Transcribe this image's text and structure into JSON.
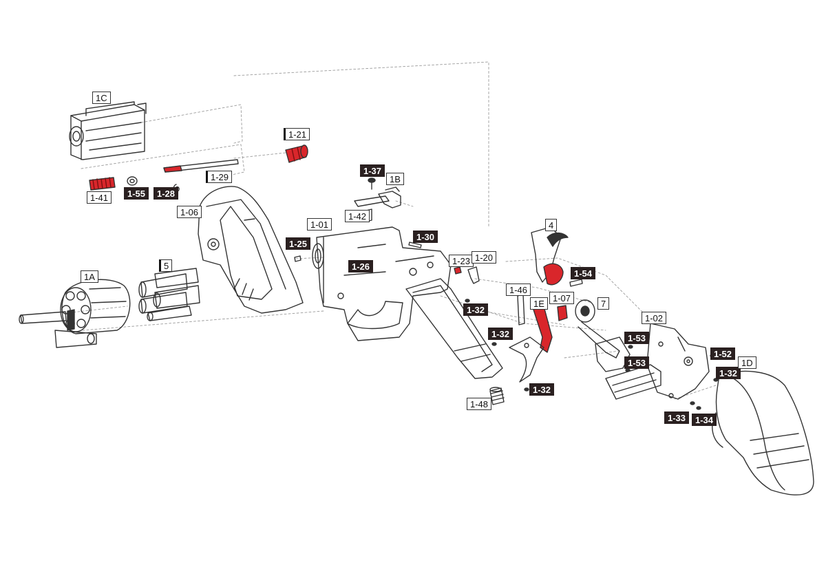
{
  "colors": {
    "line": "#333333",
    "fill": "#ffffff",
    "highlight": "#d9262b",
    "label_dark": "#2a2020",
    "leader": "#9a9a9a"
  },
  "parts": [
    {
      "id": "1C",
      "style": "white"
    },
    {
      "id": "1-21",
      "style": "white-bar"
    },
    {
      "id": "1-41",
      "style": "white"
    },
    {
      "id": "1-55",
      "style": "black"
    },
    {
      "id": "1-28",
      "style": "black"
    },
    {
      "id": "1-29",
      "style": "white-bar"
    },
    {
      "id": "1-06",
      "style": "white"
    },
    {
      "id": "1A",
      "style": "white"
    },
    {
      "id": "5",
      "style": "white-bar"
    },
    {
      "id": "1-37",
      "style": "black"
    },
    {
      "id": "1B",
      "style": "white"
    },
    {
      "id": "1-42",
      "style": "white"
    },
    {
      "id": "1-01",
      "style": "white"
    },
    {
      "id": "1-25",
      "style": "black"
    },
    {
      "id": "1-26",
      "style": "black"
    },
    {
      "id": "1-30",
      "style": "black"
    },
    {
      "id": "1-23",
      "style": "white"
    },
    {
      "id": "1-20",
      "style": "white"
    },
    {
      "id": "4",
      "style": "white"
    },
    {
      "id": "1-54",
      "style": "black"
    },
    {
      "id": "1-46",
      "style": "white"
    },
    {
      "id": "1E",
      "style": "white"
    },
    {
      "id": "1-07",
      "style": "white"
    },
    {
      "id": "7",
      "style": "white"
    },
    {
      "id": "1-32",
      "style": "black"
    },
    {
      "id": "1-32",
      "style": "black"
    },
    {
      "id": "1-32",
      "style": "black"
    },
    {
      "id": "1-02",
      "style": "white"
    },
    {
      "id": "1-53",
      "style": "black"
    },
    {
      "id": "1-53",
      "style": "black"
    },
    {
      "id": "1-52",
      "style": "black"
    },
    {
      "id": "1-32",
      "style": "black"
    },
    {
      "id": "1D",
      "style": "white"
    },
    {
      "id": "1-48",
      "style": "white"
    },
    {
      "id": "1-33",
      "style": "black"
    },
    {
      "id": "1-34",
      "style": "black"
    }
  ]
}
